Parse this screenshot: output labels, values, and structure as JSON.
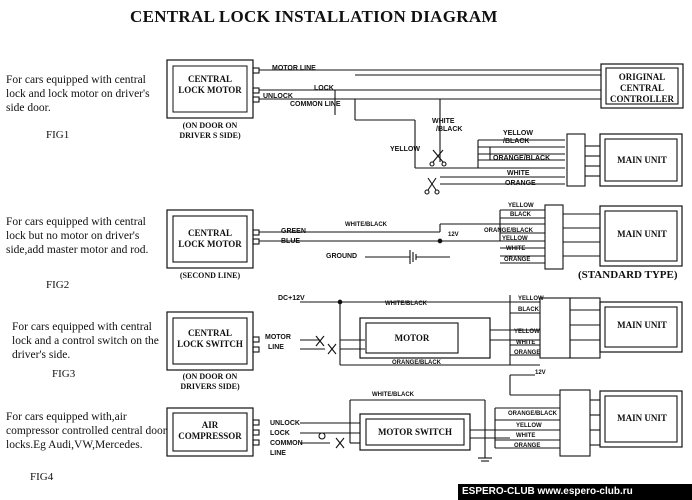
{
  "title": "CENTRAL LOCK INSTALLATION DIAGRAM",
  "fig1": {
    "description": "For cars equipped with central lock and lock motor on driver's side door.",
    "fig_label": "FIG1",
    "motor_box": "CENTRAL LOCK MOTOR",
    "motor_caption": "(ON DOOR ON DRIVER S SIDE)",
    "controller_box": "ORIGINAL CENTRAL CONTROLLER",
    "main_unit": "MAIN UNIT",
    "wires": {
      "motor_line": "MOTOR LINE",
      "lock": "LOCK",
      "unlock": "UNLOCK",
      "common_line": "COMMON LINE",
      "yellow": "YELLOW",
      "white_black_top": "WHITE",
      "white_black_bottom": "/BLACK",
      "yellow_black_top": "YELLOW",
      "yellow_black_bottom": "/BLACK",
      "orange_black": "ORANGE/BLACK",
      "white": "WHITE",
      "orange": "ORANGE"
    }
  },
  "fig2": {
    "description": "For cars equipped with central lock but no motor on driver's side,add master motor and rod.",
    "fig_label": "FIG2",
    "motor_box": "CENTRAL LOCK MOTOR",
    "motor_caption": "(SECOND LINE)",
    "main_unit": "MAIN UNIT",
    "standard_type": "(STANDARD TYPE)",
    "wires": {
      "green": "GREEN",
      "blue": "BLUE",
      "ground": "GROUND",
      "white_black": "WHITE/BLACK",
      "v12": "12V",
      "yellow": "YELLOW",
      "black": "BLACK",
      "orange_black": "ORANGE/BLACK",
      "yellow2": "YELLOW",
      "white": "WHITE",
      "orange": "ORANGE"
    }
  },
  "fig3": {
    "description": "For cars equipped with central lock and a control switch on the driver's side.",
    "fig_label": "FIG3",
    "switch_box": "CENTRAL LOCK SWITCH",
    "switch_caption": "(ON DOOR ON DRIVERS SIDE)",
    "motor_box": "MOTOR",
    "main_unit": "MAIN UNIT",
    "wires": {
      "dc12": "DC+12V",
      "motor_line_top": "MOTOR",
      "motor_line_bottom": "LINE",
      "white_black": "WHITE/BLACK",
      "yellow": "YELLOW",
      "black": "BLACK",
      "yellow2": "YELLOW",
      "white": "WHITE",
      "orange": "ORANGE",
      "orange_black": "ORANGE/BLACK"
    }
  },
  "fig4": {
    "description": "For cars equipped with,air compressor controlled central door locks.Eg Audi,VW,Mercedes.",
    "fig_label": "FIG4",
    "compressor_box": "AIR COMPRESSOR",
    "switch_box": "MOTOR SWITCH",
    "main_unit": "MAIN UNIT",
    "wires": {
      "unlock": "UNLOCK",
      "lock": "LOCK",
      "common_top": "COMMON",
      "common_bottom": "LINE",
      "white_black": "WHITE/BLACK",
      "v12": "12V",
      "orange_black": "ORANGE/BLACK",
      "yellow": "YELLOW",
      "white": "WHITE",
      "orange": "ORANGE"
    }
  },
  "footer": "ESPERO-CLUB www.espero-club.ru"
}
